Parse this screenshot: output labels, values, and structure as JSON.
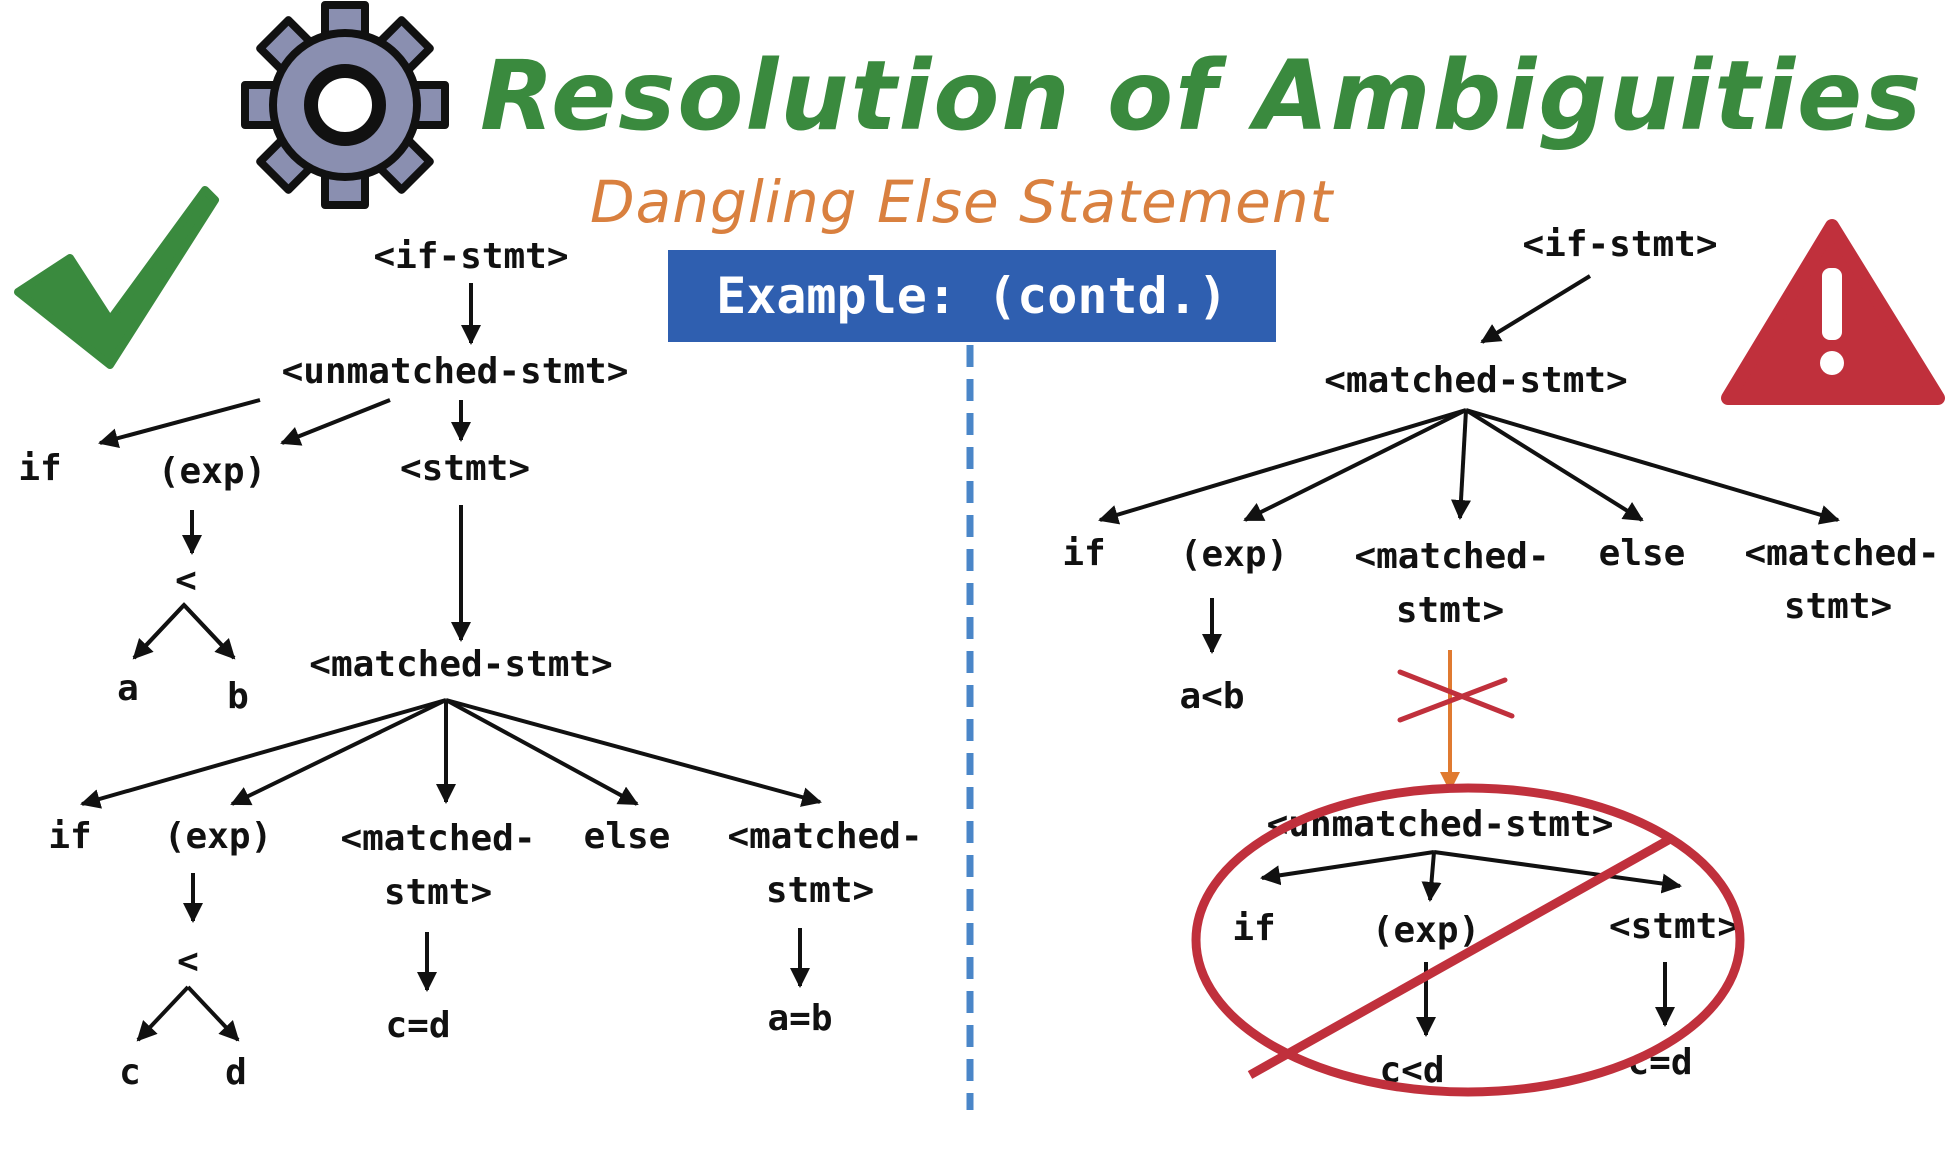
{
  "title": "Resolution of Ambiguities",
  "subtitle": "Dangling Else Statement",
  "banner": "Example: (contd.)",
  "colors": {
    "title": "#3a8a3e",
    "subtitle": "#d9803f",
    "banner_bg": "#2f5fb0",
    "divider": "#4a86c8",
    "check": "#3a8a3e",
    "warning": "#c0303c",
    "cross": "#c0303c",
    "orange_arrow": "#e07a30"
  },
  "icons": [
    "gear-icon",
    "checkmark-icon",
    "warning-icon",
    "prohibited-icon",
    "cross-mark-icon"
  ],
  "left_tree": {
    "root": "<if-stmt>",
    "level1": "<unmatched-stmt>",
    "level2": [
      "if",
      "(exp)",
      "<stmt>"
    ],
    "cond1_op": "<",
    "cond1_leaves": [
      "a",
      "b"
    ],
    "level3": "<matched-stmt>",
    "level4": [
      "if",
      "(exp)",
      "<matched-",
      "stmt>",
      "else",
      "<matched-",
      "stmt>"
    ],
    "cond2_op": "<",
    "cond2_leaves": [
      "c",
      "d"
    ],
    "then_result": "c=d",
    "else_result": "a=b"
  },
  "right_tree": {
    "root": "<if-stmt>",
    "level1": "<matched-stmt>",
    "level2": [
      "if",
      "(exp)",
      "<matched-",
      "stmt>",
      "else",
      "<matched-",
      "stmt>"
    ],
    "cond_result": "a<b",
    "invalid": "<unmatched-stmt>",
    "invalid_children": [
      "if",
      "(exp)",
      "<stmt>"
    ],
    "invalid_cond": "c<d",
    "invalid_result": "c=d"
  }
}
